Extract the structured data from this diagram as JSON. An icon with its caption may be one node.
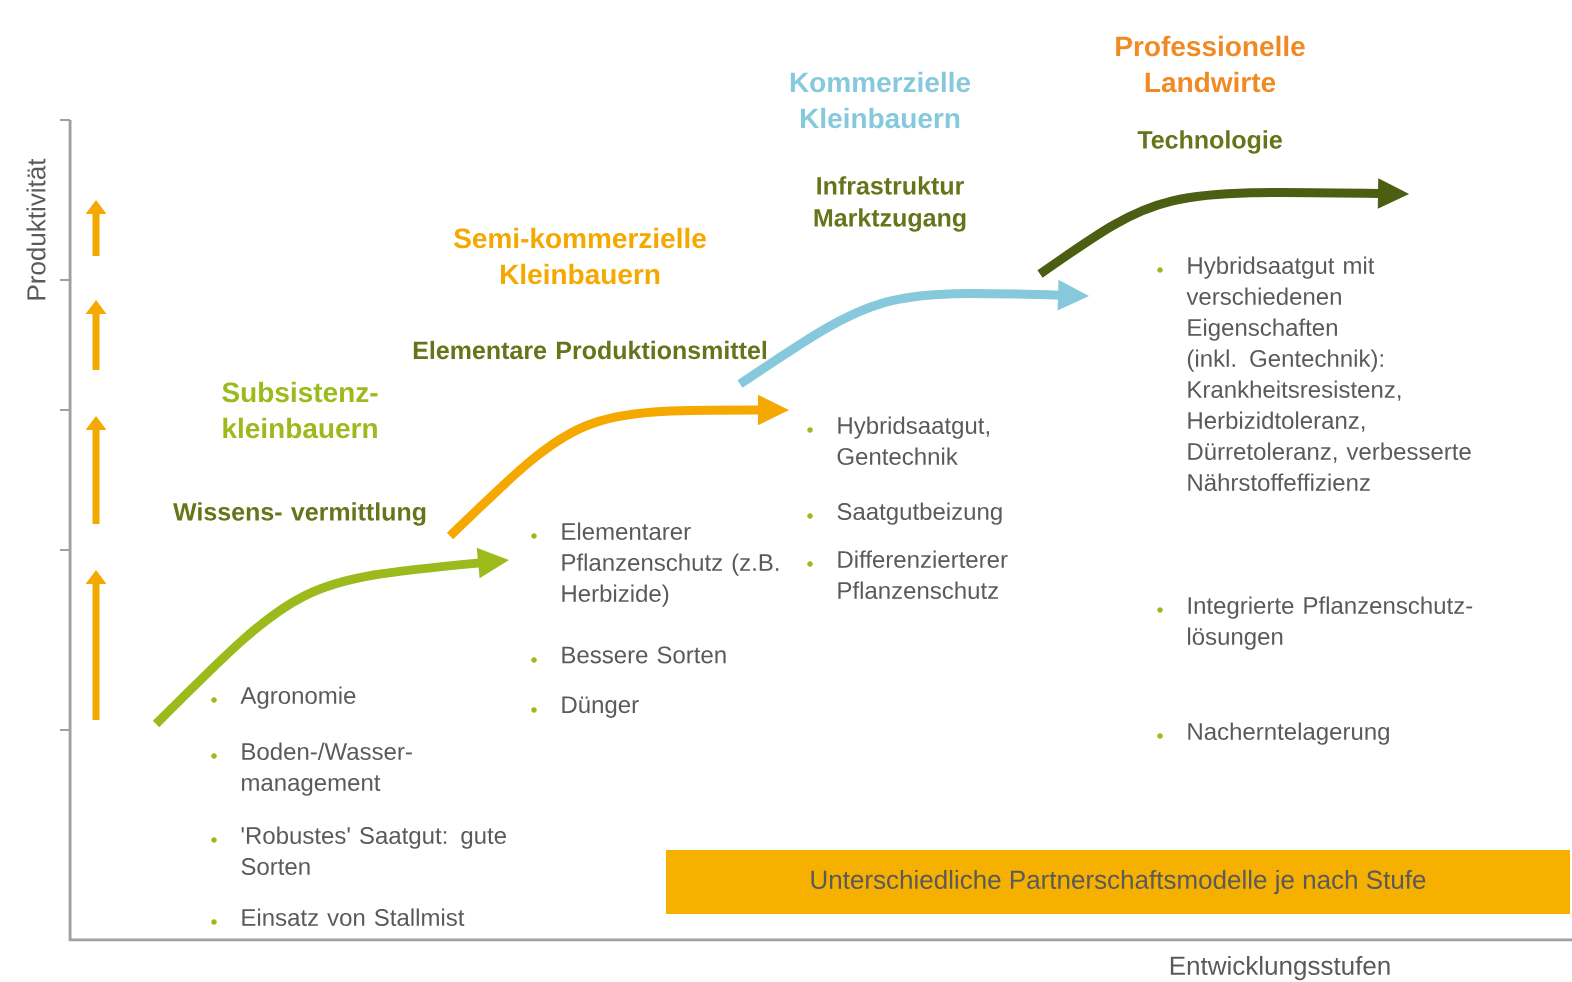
{
  "diagram": {
    "nodes": [
      {
        "text": [
          "Unterschiedliche Partnerschaftsmodelle je nach Stufe"
        ]
      }
    ],
    "edges": [],
    "labels": [
      "Professionelle Landwirte",
      "Kommerzielle Kleinbauern",
      "Technologie",
      "Infrastruktur Marktzugang",
      "Produktivität",
      "Semi-kommerzielle Kleinbauern",
      "Elementare Produktionsmittel",
      "Hybridsaatgut mit verschiedenen Eigenschaften (inkl. Gentechnik): Krankheitsresistenz, Herbizidtoleranz, Dürretoleranz, verbesserte Nährstoffeffizienz",
      "Subsistenz- kleinbauern",
      "Hybridsaatgut, Gentechnik",
      "Wissens- vermittlung",
      "Saatgutbeizung",
      "Elementarer Pflanzenschutz (z.B. Herbizide)",
      "Differenzierterer Pflanzenschutz",
      "Integrierte Pflanzenschutz- lösungen",
      "Bessere Sorten",
      "Dünger",
      "Agronomie",
      "Nacherntelagerung",
      "Boden-/Wasser- management",
      "'Robustes' Saatgut: gute Sorten",
      "Einsatz von Stallmist",
      "Entwicklungsstufen"
    ]
  }
}
